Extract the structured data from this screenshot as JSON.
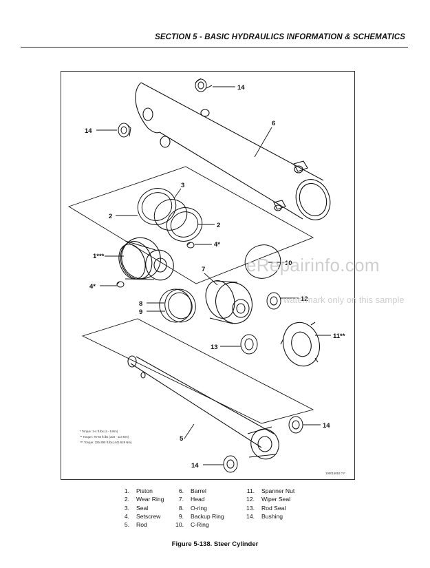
{
  "header": {
    "title": "SECTION 5 - BASIC HYDRAULICS INFORMATION & SCHEMATICS"
  },
  "diagram": {
    "callouts": [
      "14",
      "6",
      "14",
      "3",
      "2",
      "2",
      "4*",
      "1***",
      "7",
      "10",
      "4*",
      "12",
      "8",
      "9",
      "11**",
      "13",
      "14",
      "5",
      "14"
    ],
    "torque_notes": [
      "* Torque: 3-4 ft.lbs (4 - 5 Nm)",
      "** Torque: 76-84 ft.lbs (103 - 114 Nm)",
      "*** Torque: 325-390 ft.lbs (441-529 Nm)"
    ],
    "drawing_id": "100015053 7 F"
  },
  "watermark": {
    "main": "eRepairinfo.com",
    "sub": "watermark only on this sample"
  },
  "legend": {
    "col1": [
      {
        "num": "1.",
        "label": "Piston"
      },
      {
        "num": "2.",
        "label": "Wear Ring"
      },
      {
        "num": "3.",
        "label": "Seal"
      },
      {
        "num": "4.",
        "label": "Setscrew"
      },
      {
        "num": "5.",
        "label": "Rod"
      }
    ],
    "col2": [
      {
        "num": "6.",
        "label": "Barrel"
      },
      {
        "num": "7.",
        "label": "Head"
      },
      {
        "num": "8.",
        "label": "O-ring"
      },
      {
        "num": "9.",
        "label": "Backup Ring"
      },
      {
        "num": "10.",
        "label": "C-Ring"
      }
    ],
    "col3": [
      {
        "num": "11.",
        "label": "Spanner Nut"
      },
      {
        "num": "12.",
        "label": "Wiper Seal"
      },
      {
        "num": "13.",
        "label": "Rod Seal"
      },
      {
        "num": "14.",
        "label": "Bushing"
      }
    ]
  },
  "caption": "Figure 5-138.  Steer Cylinder"
}
